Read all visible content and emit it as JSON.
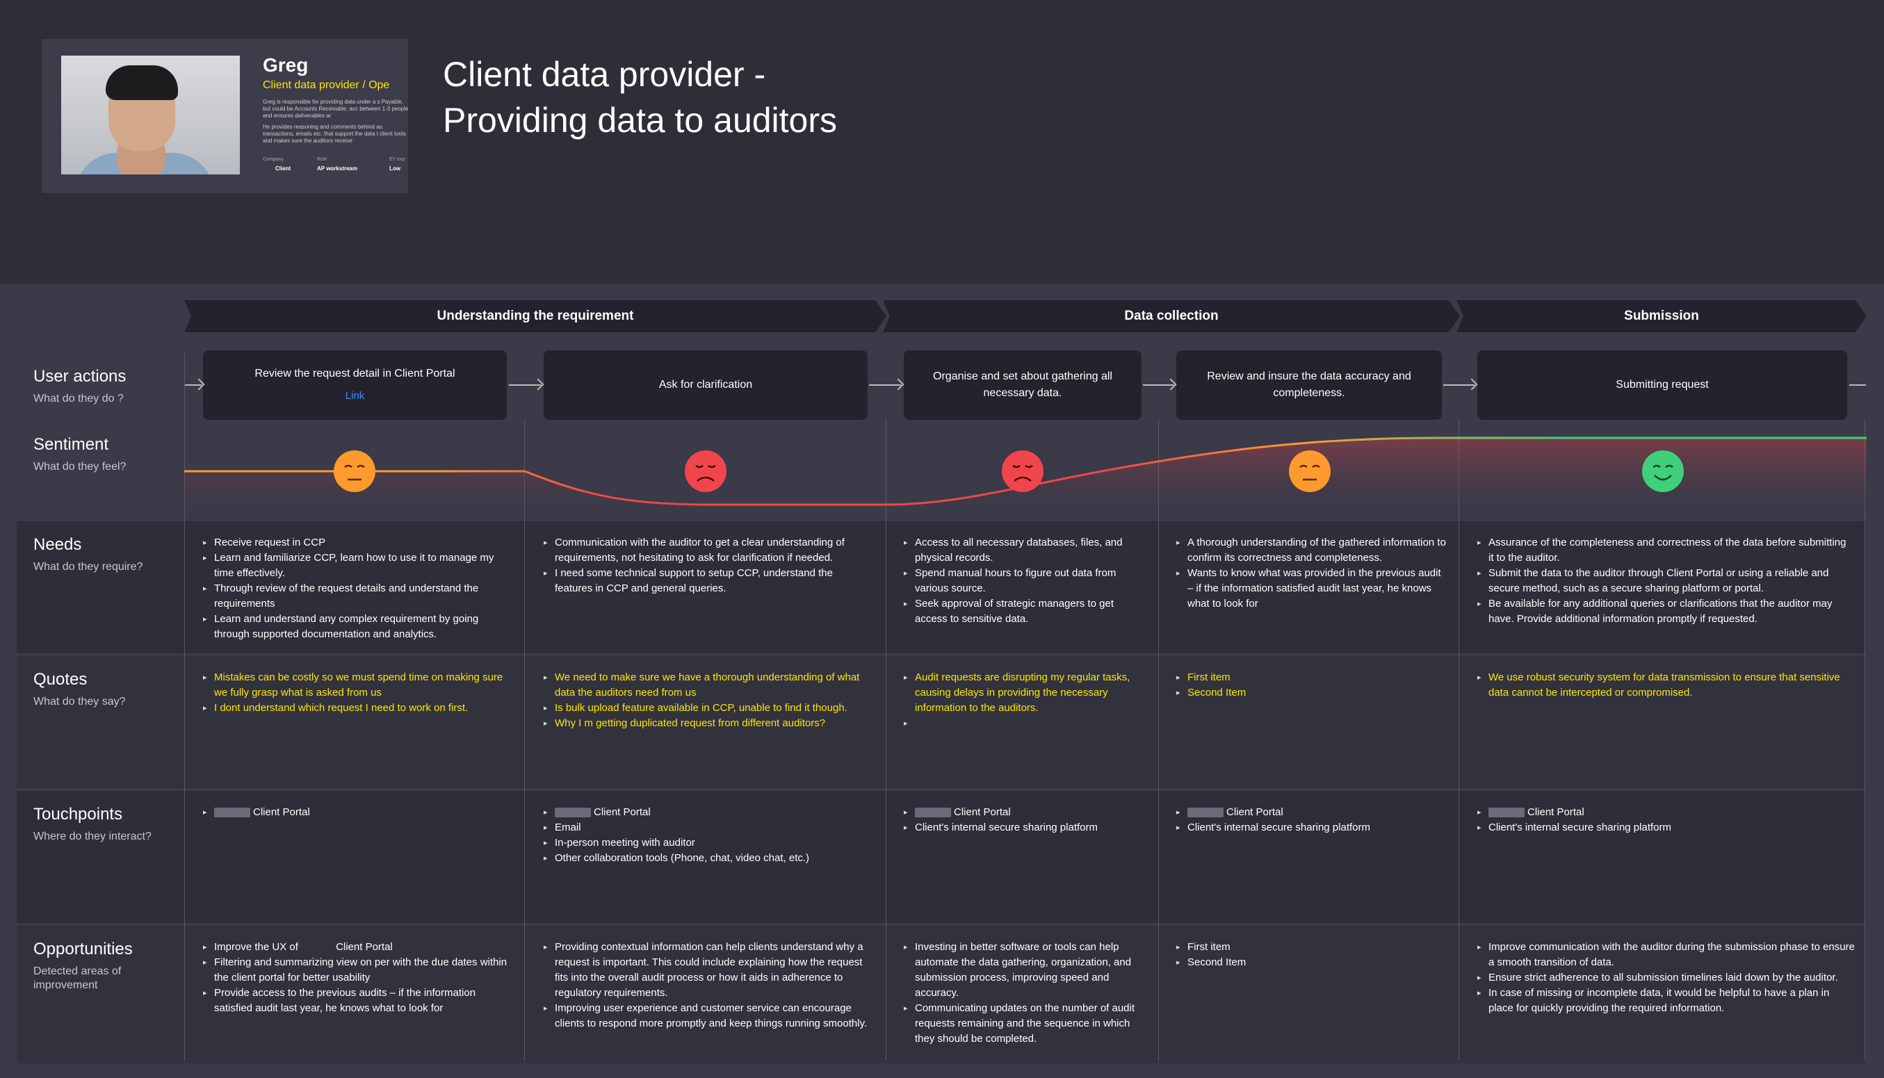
{
  "persona": {
    "name": "Greg",
    "role": "Client data provider / Ope",
    "description_1": "Greg is responsible for providing data under a s Payable, but could be Accounts Receivable, acc between 1-3 people and ensures deliverables ar",
    "description_2": "He provides reasoning and comments behind au transactions, emails etc. that support the data t client tools and makes sure the auditors receive",
    "meta": [
      {
        "label": "Company",
        "value": "Client"
      },
      {
        "label": "Role",
        "value": "AP workstream"
      },
      {
        "label": "EY exp",
        "value": "Low"
      }
    ]
  },
  "title": {
    "line1": "Client data provider -",
    "line2": "Providing data to auditors"
  },
  "phases": [
    "Understanding the requirement",
    "Data collection",
    "Submission"
  ],
  "rows": {
    "user_actions": {
      "title": "User actions",
      "subtitle": "What do they do ?"
    },
    "sentiment": {
      "title": "Sentiment",
      "subtitle": "What do they feel?"
    },
    "needs": {
      "title": "Needs",
      "subtitle": "What do they require?"
    },
    "quotes": {
      "title": "Quotes",
      "subtitle": "What do they say?"
    },
    "touchpoints": {
      "title": "Touchpoints",
      "subtitle": "Where do they interact?"
    },
    "opportunities": {
      "title": "Opportunities",
      "subtitle": "Detected areas of improvement"
    }
  },
  "steps": [
    {
      "action": "Review the request detail in        Client Portal",
      "link": "Link",
      "sentiment": "neutral",
      "needs": [
        "Receive request in CCP",
        "Learn and familiarize CCP, learn how to use it to manage my time effectively.",
        "Through review of the request details and understand the requirements",
        "Learn and understand any complex requirement by going through supported documentation and analytics."
      ],
      "quotes": [
        "Mistakes can be costly so we must spend time on making sure we fully grasp what is asked from us",
        "I dont understand which request I need to work on first."
      ],
      "touchpoints": [
        "Client Portal"
      ],
      "opportunities": [
        "Improve the UX of             Client Portal",
        "Filtering and summarizing view on per with the due dates within the client portal for better usability",
        "Provide access to the previous audits – if the information satisfied audit last year, he knows what to look for"
      ]
    },
    {
      "action": "Ask for clarification",
      "sentiment": "sad",
      "needs": [
        "Communication with the auditor to get a clear understanding of requirements, not hesitating to ask for clarification if needed.",
        "I need some technical support to setup CCP, understand the features in CCP and general queries."
      ],
      "quotes": [
        "We need to make sure we have a thorough understanding of what data the auditors need from us",
        "Is bulk upload feature available in CCP, unable to find it though.",
        "Why I m getting duplicated request from different auditors?"
      ],
      "touchpoints": [
        "Client Portal",
        "Email",
        "In-person meeting with auditor",
        "Other collaboration tools (Phone, chat, video chat, etc.)"
      ],
      "opportunities": [
        " Providing contextual information can help clients understand why a request is important. This could include explaining how the request fits into the overall audit process or how it aids in adherence to regulatory requirements.",
        "Improving user experience and customer service can encourage clients to respond more promptly and keep things running smoothly."
      ]
    },
    {
      "action": "Organise and set about gathering all necessary data.",
      "sentiment": "sad",
      "needs": [
        "Access to all necessary databases, files, and physical records.",
        "Spend manual hours to figure out data from various source.",
        "Seek approval of strategic managers to get access to sensitive data."
      ],
      "quotes": [
        "Audit requests are disrupting my regular tasks, causing delays in providing the necessary information to the auditors.",
        ""
      ],
      "touchpoints": [
        "Client Portal",
        "Client's internal secure sharing platform"
      ],
      "opportunities": [
        " Investing in better software or tools can help automate the data gathering, organization, and submission process, improving speed and accuracy.",
        "Communicating updates on the number of audit requests remaining and the sequence in which they should be completed."
      ]
    },
    {
      "action": "Review and insure the data accuracy and completeness.",
      "sentiment": "neutral",
      "needs": [
        "A thorough understanding of the gathered information to confirm its correctness and completeness.",
        "Wants to know what was provided in the previous audit – if the information satisfied audit last year, he knows what to look for"
      ],
      "quotes": [
        "First item",
        "Second Item"
      ],
      "touchpoints": [
        "Client Portal",
        "Client's internal secure sharing platform"
      ],
      "opportunities": [
        "First item",
        "Second Item"
      ]
    },
    {
      "action": "Submitting request",
      "sentiment": "happy",
      "needs": [
        "Assurance of the completeness and correctness of the data before submitting it to the auditor.",
        "Submit the data to the auditor through            Client Portal or using a reliable and secure method, such as a secure sharing platform or portal.",
        "Be available for any additional queries or clarifications that the auditor may have. Provide additional information promptly if requested."
      ],
      "quotes": [
        "We use robust security system for data transmission to ensure that sensitive data cannot be intercepted or compromised."
      ],
      "touchpoints": [
        "Client Portal",
        "Client's internal secure sharing platform"
      ],
      "opportunities": [
        "Improve communication with the auditor during the submission phase to ensure a smooth transition of data.",
        "Ensure strict adherence to all submission timelines laid down by the auditor.",
        "In case of missing or incomplete data, it would be helpful to have a plan in place for quickly providing the required information."
      ]
    }
  ],
  "colors": {
    "neutral": "#ff9a2e",
    "sad": "#f0464b",
    "happy": "#3fd17a",
    "quote": "#ffe600",
    "link": "#3d8bff"
  }
}
